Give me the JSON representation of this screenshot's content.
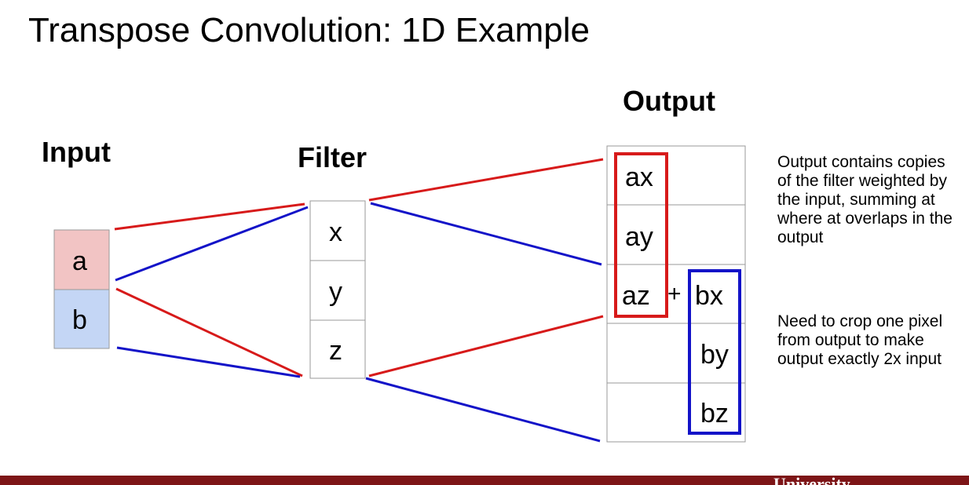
{
  "title": "Transpose Convolution: 1D Example",
  "headings": {
    "input": "Input",
    "filter": "Filter",
    "output": "Output"
  },
  "input_cells": [
    "a",
    "b"
  ],
  "filter_cells": [
    "x",
    "y",
    "z"
  ],
  "output_cells": {
    "ax": "ax",
    "ay": "ay",
    "az": "az",
    "plus": "+",
    "bx": "bx",
    "by": "by",
    "bz": "bz"
  },
  "notes": [
    "Output contains copies of the filter weighted by the input, summing at where at overlaps in the output",
    "Need to crop one pixel from output to make output exactly 2x input"
  ],
  "footer": {
    "text": "University"
  },
  "colors": {
    "red": "#d71a1a",
    "blue": "#1313c8",
    "input_a_fill": "#f2c4c4",
    "input_b_fill": "#c4d6f5",
    "grid": "#999999",
    "footer_bar": "#7d1517"
  }
}
